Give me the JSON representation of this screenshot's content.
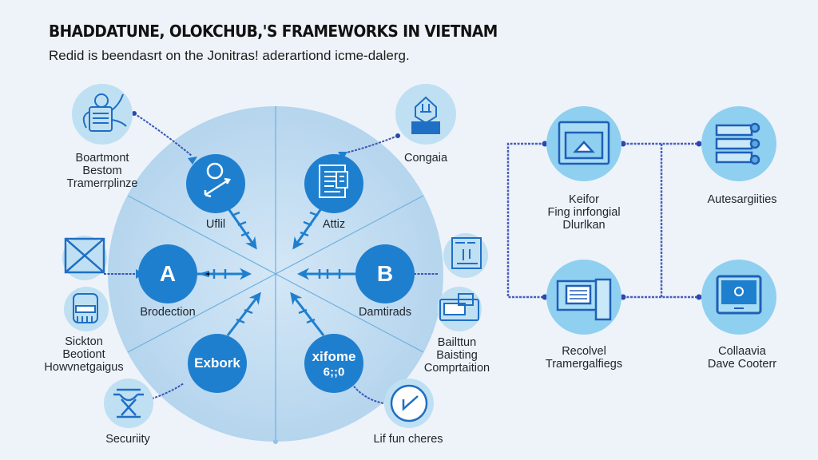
{
  "header": {
    "title": "BHADDATUNE, OLOKCHUB,'S FRAMEWORKS IN VIETNAM",
    "subtitle": "Redid is beendasrt on the Jonitras! aderartiond icme-dalerg."
  },
  "colors": {
    "background": "#eef3f9",
    "hub_fill": "#bcd9ef",
    "node_blue": "#1f7fcf",
    "icon_circle": "#bfe0f3",
    "icon_circle_right": "#8fd0f0",
    "line": "#3a55b5"
  },
  "hub": {
    "inner_nodes": [
      {
        "id": "top-left",
        "icon": "person-arrow-icon",
        "text": "",
        "label": "Uflil"
      },
      {
        "id": "top-right",
        "icon": "document-icon",
        "text": "",
        "label": "Attiz"
      },
      {
        "id": "left",
        "icon": "",
        "text": "A",
        "label": "Brodection"
      },
      {
        "id": "right",
        "icon": "",
        "text": "B",
        "label": "Damtirads"
      },
      {
        "id": "bottom-left",
        "icon": "",
        "text": "Exbork",
        "label": ""
      },
      {
        "id": "bottom-right",
        "icon": "",
        "text": "xifome",
        "text2": "6;;0",
        "label": ""
      }
    ]
  },
  "satellites": [
    {
      "id": "top-left",
      "icon": "robot-icon",
      "label": [
        "Boartmont",
        "Bestom",
        "Tramerrplinze"
      ]
    },
    {
      "id": "top-right",
      "icon": "building-icon",
      "label": [
        "Congaia"
      ]
    },
    {
      "id": "left-upper",
      "icon": "crossed-box-icon",
      "label": []
    },
    {
      "id": "left-lower",
      "icon": "machine-icon",
      "label": [
        "Sickton",
        "Beotiont",
        "Howvnetgaigus"
      ]
    },
    {
      "id": "bottom-left",
      "icon": "security-icon",
      "label": [
        "Securiity"
      ]
    },
    {
      "id": "right-upper",
      "icon": "factory-icon",
      "label": []
    },
    {
      "id": "right-lower",
      "icon": "printer-icon",
      "label": [
        "Bailttun",
        "Baisting",
        "Comprtaition"
      ]
    },
    {
      "id": "bottom-right",
      "icon": "clock-icon",
      "label": [
        "Lif fun cheres"
      ]
    }
  ],
  "network": [
    {
      "id": "n1",
      "icon": "browser-window-icon",
      "label": [
        "Keifor",
        "Fing inrfongial",
        "Dlurlkan"
      ]
    },
    {
      "id": "n2",
      "icon": "server-list-icon",
      "label": [
        "Autesargiities"
      ]
    },
    {
      "id": "n3",
      "icon": "document-panel-icon",
      "label": [
        "Recolvel",
        "Tramergalfiegs"
      ]
    },
    {
      "id": "n4",
      "icon": "monitor-icon",
      "label": [
        "Collaavia",
        "Dave Cooterr"
      ]
    }
  ]
}
